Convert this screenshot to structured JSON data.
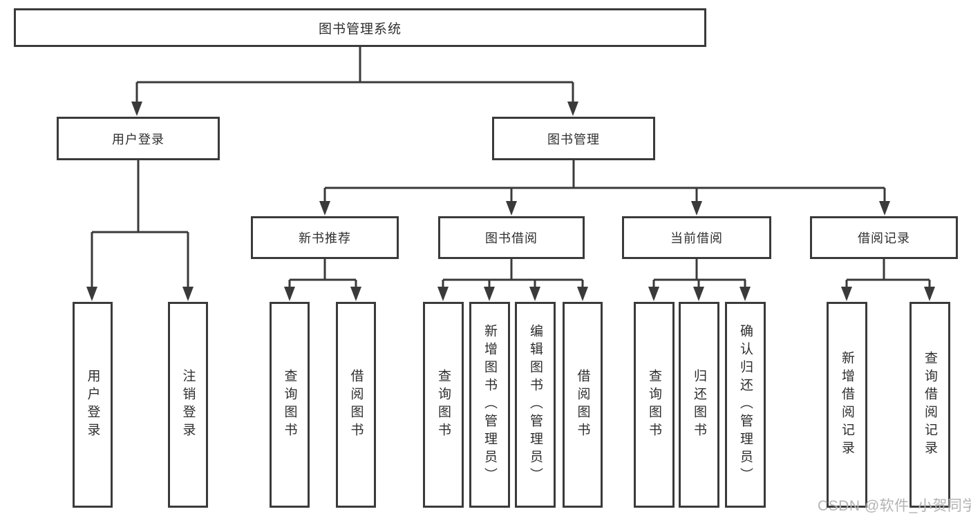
{
  "diagram": {
    "root": "图书管理系统",
    "level2": [
      "用户登录",
      "图书管理"
    ],
    "level3": [
      "新书推荐",
      "图书借阅",
      "当前借阅",
      "借阅记录"
    ],
    "leaves": {
      "user_login": [
        "用户登录",
        "注销登录"
      ],
      "new_book": [
        "查询图书",
        "借阅图书"
      ],
      "book_borrow": [
        "查询图书",
        "新增图书（管理员）",
        "编辑图书（管理员）",
        "借阅图书"
      ],
      "current_borrow": [
        "查询图书",
        "归还图书",
        "确认归还（管理员）"
      ],
      "borrow_records": [
        "新增借阅记录",
        "查询借阅记录"
      ]
    }
  },
  "watermark": "CSDN @软件_小贺同学",
  "colors": {
    "line": "#3a3a3a",
    "text": "#2e2e2e",
    "watermark": "#b3b3b3",
    "background": "#ffffff"
  }
}
